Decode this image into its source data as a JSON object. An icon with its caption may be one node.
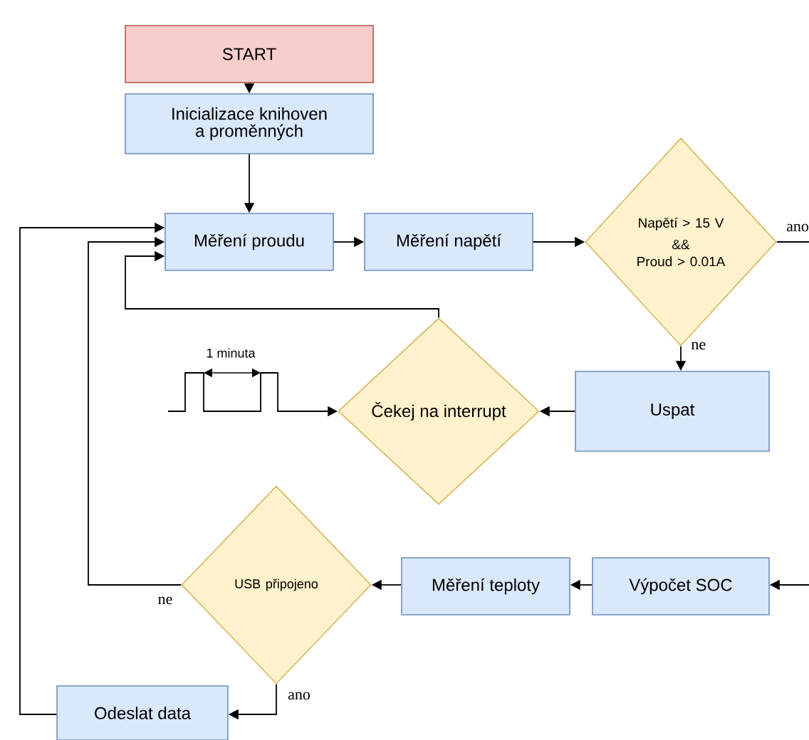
{
  "diagram": {
    "nodes": [
      {
        "text": [
          "START"
        ]
      },
      {
        "text": [
          "Inicializace knihoven a proměnných"
        ]
      },
      {
        "text": [
          "Měření proudu"
        ]
      },
      {
        "text": [
          "Měření napětí"
        ]
      },
      {
        "text": [
          "Napětí > 15 V",
          "&&",
          "Proud > 0.01A"
        ]
      },
      {
        "text": [
          "Uspat"
        ]
      },
      {
        "text": [
          "Čekej na interrupt"
        ]
      },
      {
        "text": [
          "USB připojeno"
        ]
      },
      {
        "text": [
          "Měření teploty"
        ]
      },
      {
        "text": [
          "Výpočet SOC"
        ]
      },
      {
        "text": [
          "Odeslat data"
        ]
      }
    ],
    "edges": [
      {
        "from": 0,
        "to": 1,
        "arrow": "to"
      },
      {
        "from": 1,
        "to": 2,
        "arrow": "to"
      },
      {
        "from": 2,
        "to": 3,
        "arrow": "to"
      },
      {
        "from": 3,
        "to": 4,
        "arrow": "to"
      },
      {
        "from": 4,
        "to": null,
        "arrow": "none",
        "label": "ano"
      },
      {
        "from": 4,
        "to": 5,
        "arrow": "to",
        "label": "ne"
      },
      {
        "from": 5,
        "to": 6,
        "arrow": "to"
      },
      {
        "from": 6,
        "to": 2,
        "arrow": "to"
      },
      {
        "from": null,
        "to": 6,
        "arrow": "to"
      },
      {
        "from": null,
        "to": 9,
        "arrow": "to"
      },
      {
        "from": 9,
        "to": 8,
        "arrow": "to"
      },
      {
        "from": 8,
        "to": 7,
        "arrow": "to"
      },
      {
        "from": 7,
        "to": 2,
        "arrow": "to",
        "label": "ne"
      },
      {
        "from": 7,
        "to": 10,
        "arrow": "to",
        "label": "ano"
      },
      {
        "from": 10,
        "to": 2,
        "arrow": "to"
      }
    ],
    "labels": [
      "1 minuta"
    ]
  }
}
